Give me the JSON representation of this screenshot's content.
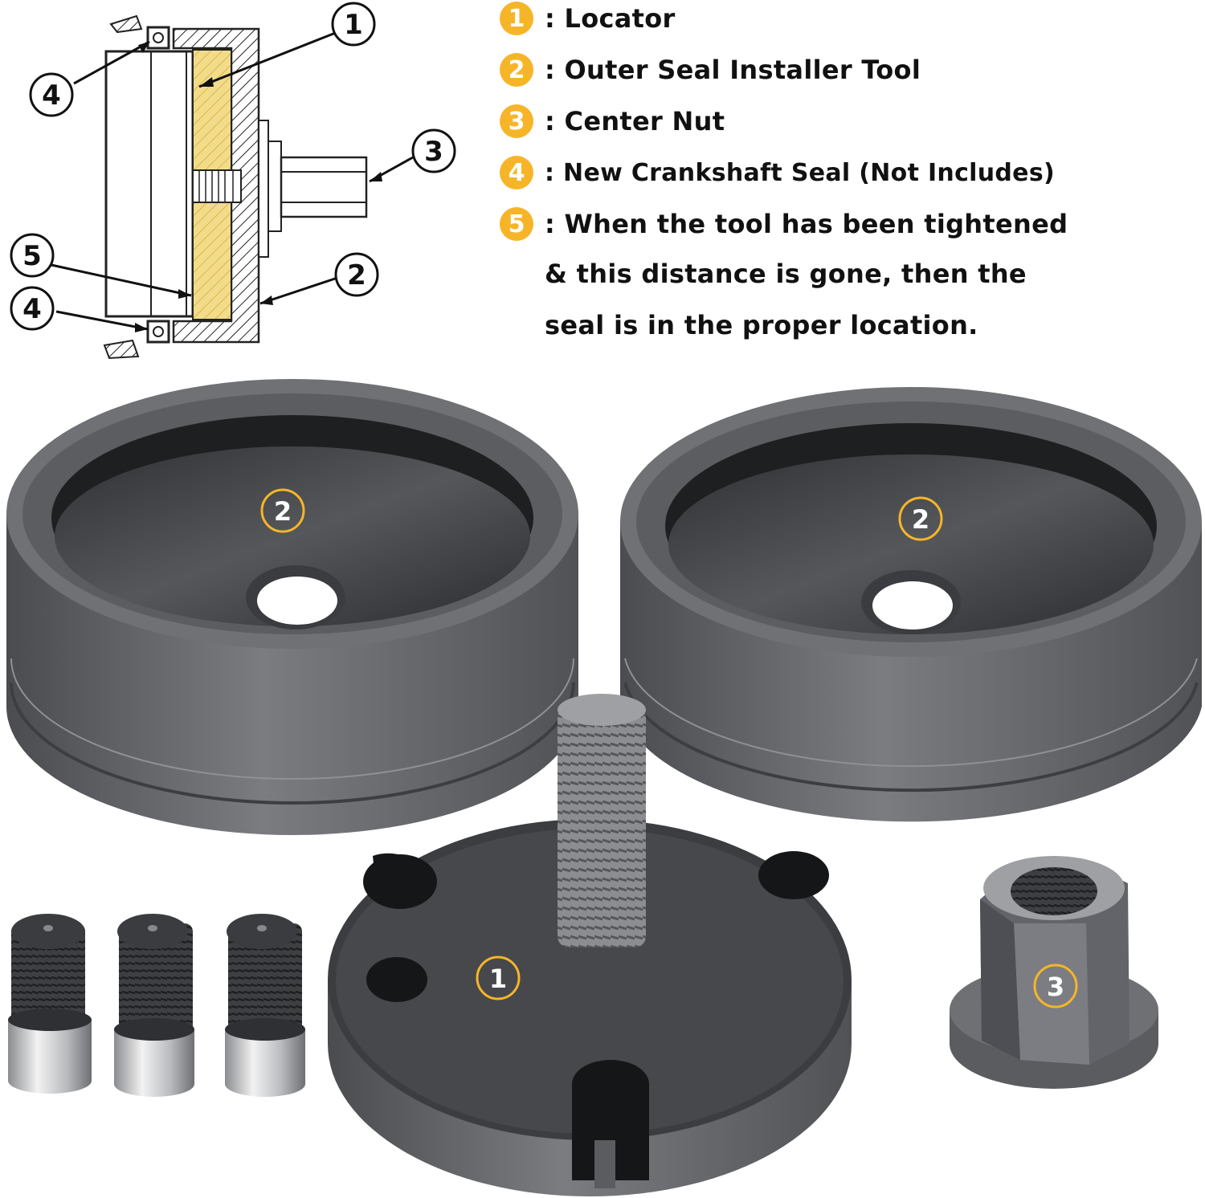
{
  "legend": {
    "items": [
      {
        "num": "1",
        "label": ": Locator"
      },
      {
        "num": "2",
        "label": ": Outer Seal Installer Tool"
      },
      {
        "num": "3",
        "label": ": Center Nut"
      },
      {
        "num": "4",
        "label": ": New Crankshaft Seal (Not Includes)"
      },
      {
        "num": "5",
        "label": ": When the tool has been tightened"
      }
    ],
    "continuation": [
      "& this distance is gone, then the",
      "seal is in the proper location."
    ],
    "badge_color": "#f6b529"
  },
  "diagram": {
    "callouts": {
      "c1": "1",
      "c2": "2",
      "c3": "3",
      "c4a": "4",
      "c4b": "4",
      "c5": "5"
    },
    "hatch_color": "#e8c75a"
  },
  "photo": {
    "badges": {
      "seal_left": "2",
      "seal_right": "2",
      "locator": "1",
      "nut": "3"
    },
    "tool_color": "#5f6165"
  }
}
